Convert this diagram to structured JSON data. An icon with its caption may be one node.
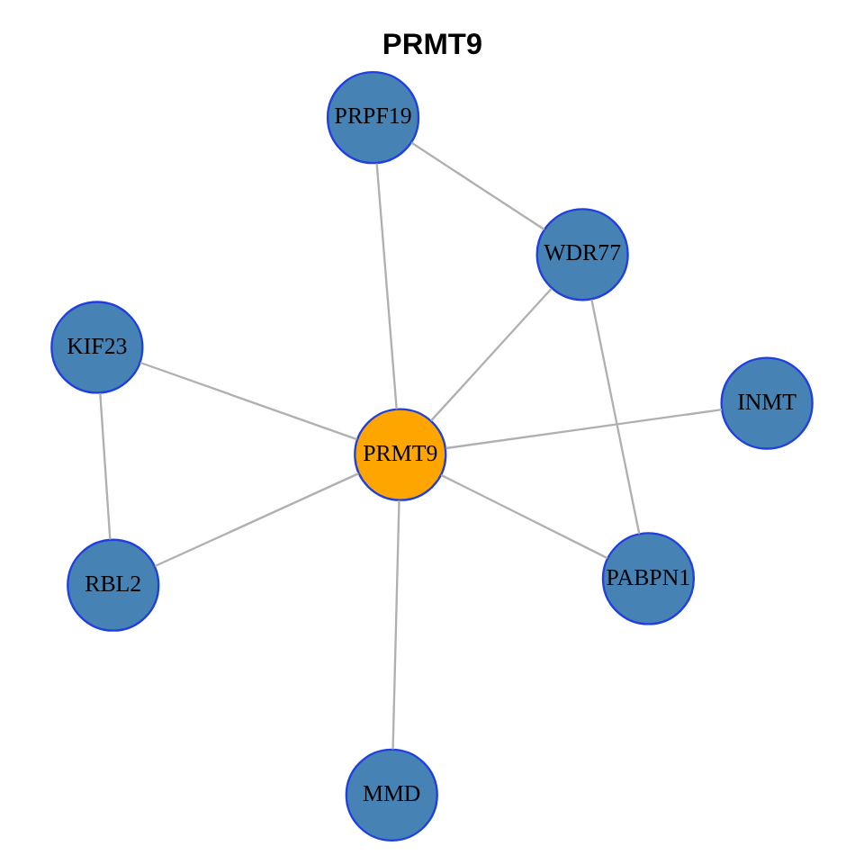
{
  "diagram": {
    "title": "PRMT9",
    "nodes": [
      {
        "text": [
          "PRMT9"
        ]
      },
      {
        "text": [
          "INMT"
        ]
      },
      {
        "text": [
          "MMD"
        ]
      },
      {
        "text": [
          "PRPF19"
        ]
      },
      {
        "text": [
          "WDR77"
        ]
      },
      {
        "text": [
          "KIF23"
        ]
      },
      {
        "text": [
          "RBL2"
        ]
      },
      {
        "text": [
          "PABPN1"
        ]
      }
    ],
    "edges": [
      {
        "from": 0,
        "to": 1,
        "arrow": "none"
      },
      {
        "from": 0,
        "to": 2,
        "arrow": "none"
      },
      {
        "from": 0,
        "to": 3,
        "arrow": "none"
      },
      {
        "from": 0,
        "to": 4,
        "arrow": "none"
      },
      {
        "from": 0,
        "to": 5,
        "arrow": "none"
      },
      {
        "from": 0,
        "to": 6,
        "arrow": "none"
      },
      {
        "from": 0,
        "to": 7,
        "arrow": "none"
      },
      {
        "from": 3,
        "to": 4,
        "arrow": "none"
      },
      {
        "from": 4,
        "to": 7,
        "arrow": "none"
      },
      {
        "from": 5,
        "to": 6,
        "arrow": "none"
      }
    ]
  }
}
